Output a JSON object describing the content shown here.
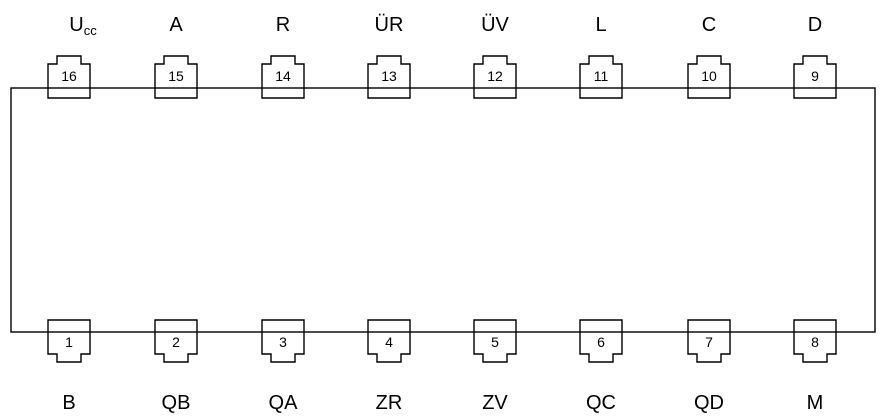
{
  "chip": {
    "top_pins": [
      {
        "number": "16",
        "label": "U",
        "label_sub": "cc"
      },
      {
        "number": "15",
        "label": "A"
      },
      {
        "number": "14",
        "label": "R"
      },
      {
        "number": "13",
        "label": "ÜR"
      },
      {
        "number": "12",
        "label": "ÜV"
      },
      {
        "number": "11",
        "label": "L"
      },
      {
        "number": "10",
        "label": "C"
      },
      {
        "number": "9",
        "label": "D"
      }
    ],
    "bottom_pins": [
      {
        "number": "1",
        "label": "B"
      },
      {
        "number": "2",
        "label": "QB"
      },
      {
        "number": "3",
        "label": "QA"
      },
      {
        "number": "4",
        "label": "ZR"
      },
      {
        "number": "5",
        "label": "ZV"
      },
      {
        "number": "6",
        "label": "QC"
      },
      {
        "number": "7",
        "label": "QD"
      },
      {
        "number": "8",
        "label": "M"
      }
    ]
  }
}
